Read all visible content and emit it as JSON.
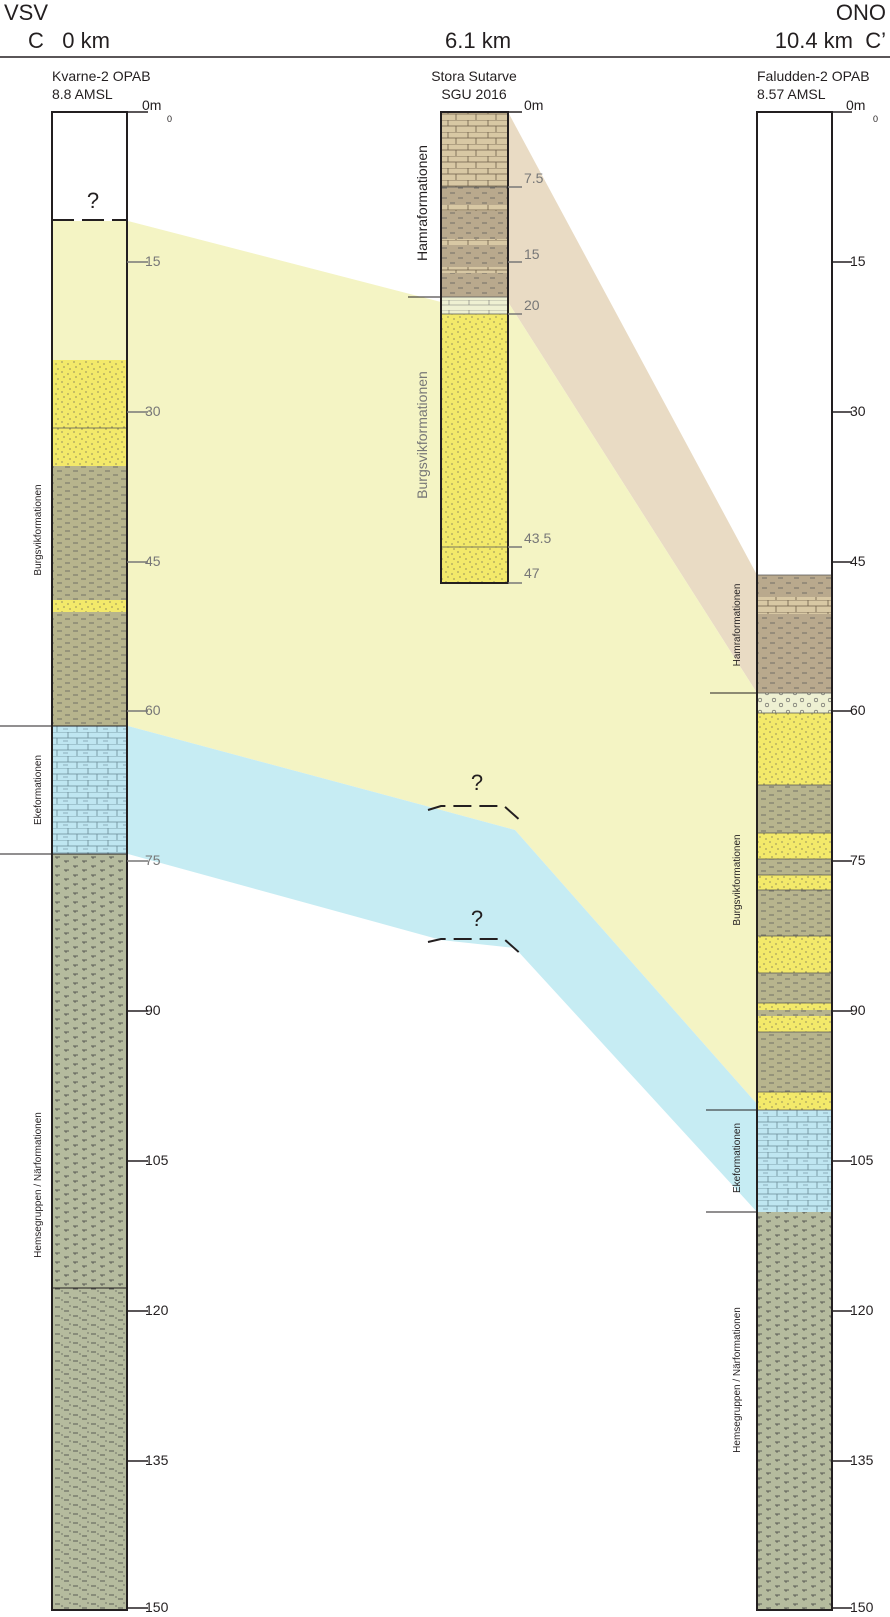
{
  "header": {
    "dir_left": "VSV",
    "dir_right": "ONO",
    "label_left": "C   0 km",
    "label_mid": "6.1 km",
    "label_right": "10.4 km  C’"
  },
  "wells": [
    {
      "id": "kvarne",
      "name": "Kvarne-2 OPAB",
      "elevation": "8.8 AMSL",
      "zero_label": "0m",
      "zero_sub": "0",
      "depth_ticks": [
        "15",
        "30",
        "45",
        "60",
        "75",
        "90",
        "105",
        "120",
        "135",
        "150"
      ],
      "formations": [
        "Burgsvikformationen",
        "Ekeformationen",
        "Hemsegruppen / Närformationen"
      ],
      "unknown_top": "?"
    },
    {
      "id": "sutarve",
      "name": "Stora Sutarve",
      "elevation": "SGU 2016",
      "zero_label": "0m",
      "depth_ticks": [
        "7.5",
        "15",
        "20",
        "43.5",
        "47"
      ],
      "formations": [
        "Hamraformationen",
        "Burgsvikformationen"
      ]
    },
    {
      "id": "faludden",
      "name": "Faludden-2 OPAB",
      "elevation": "8.57 AMSL",
      "zero_label": "0m",
      "zero_sub": "0",
      "depth_ticks": [
        "15",
        "30",
        "45",
        "60",
        "75",
        "90",
        "105",
        "120",
        "135",
        "150"
      ],
      "formations": [
        "Hamraformationen",
        "Burgsvikformationen",
        "Ekeformationen",
        "Hemsegruppen / Närformationen"
      ]
    }
  ],
  "uncertain_markers": [
    "?",
    "?"
  ],
  "colors": {
    "burgsvik_band": "#f4f4c4",
    "eke_band": "#c6ecf3",
    "hamra_band": "#e9dbc4",
    "sandstone": "#f3e96a",
    "shale_olive": "#b7b48d",
    "limestone_blue": "#bfe6f1",
    "hamra_brown": "#b9a98d",
    "hamra_tan": "#d8c8a4",
    "hemse_grey": "#b5bb9e",
    "pale_limestone": "#eef0d2"
  }
}
